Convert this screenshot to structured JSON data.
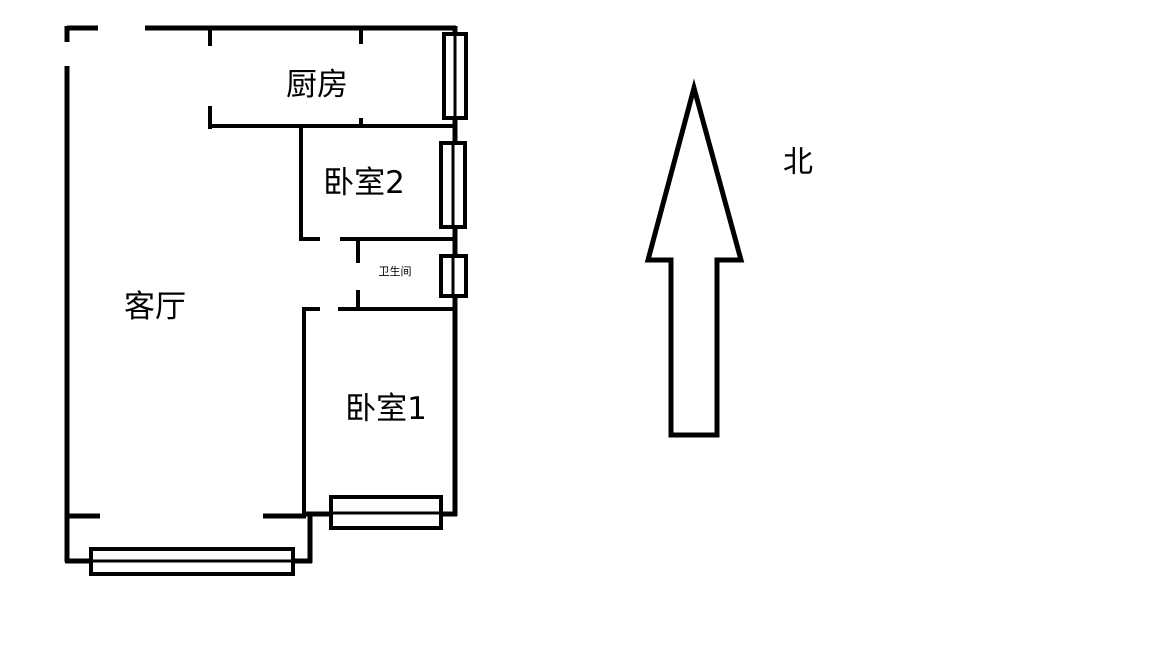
{
  "rooms": {
    "kitchen": "厨房",
    "bedroom2": "卧室2",
    "bathroom": "卫生间",
    "living_room": "客厅",
    "bedroom1": "卧室1"
  },
  "compass": {
    "north_label": "北",
    "arrow_icon": "north-arrow-icon"
  },
  "colors": {
    "stroke": "#000000",
    "background": "#ffffff"
  }
}
